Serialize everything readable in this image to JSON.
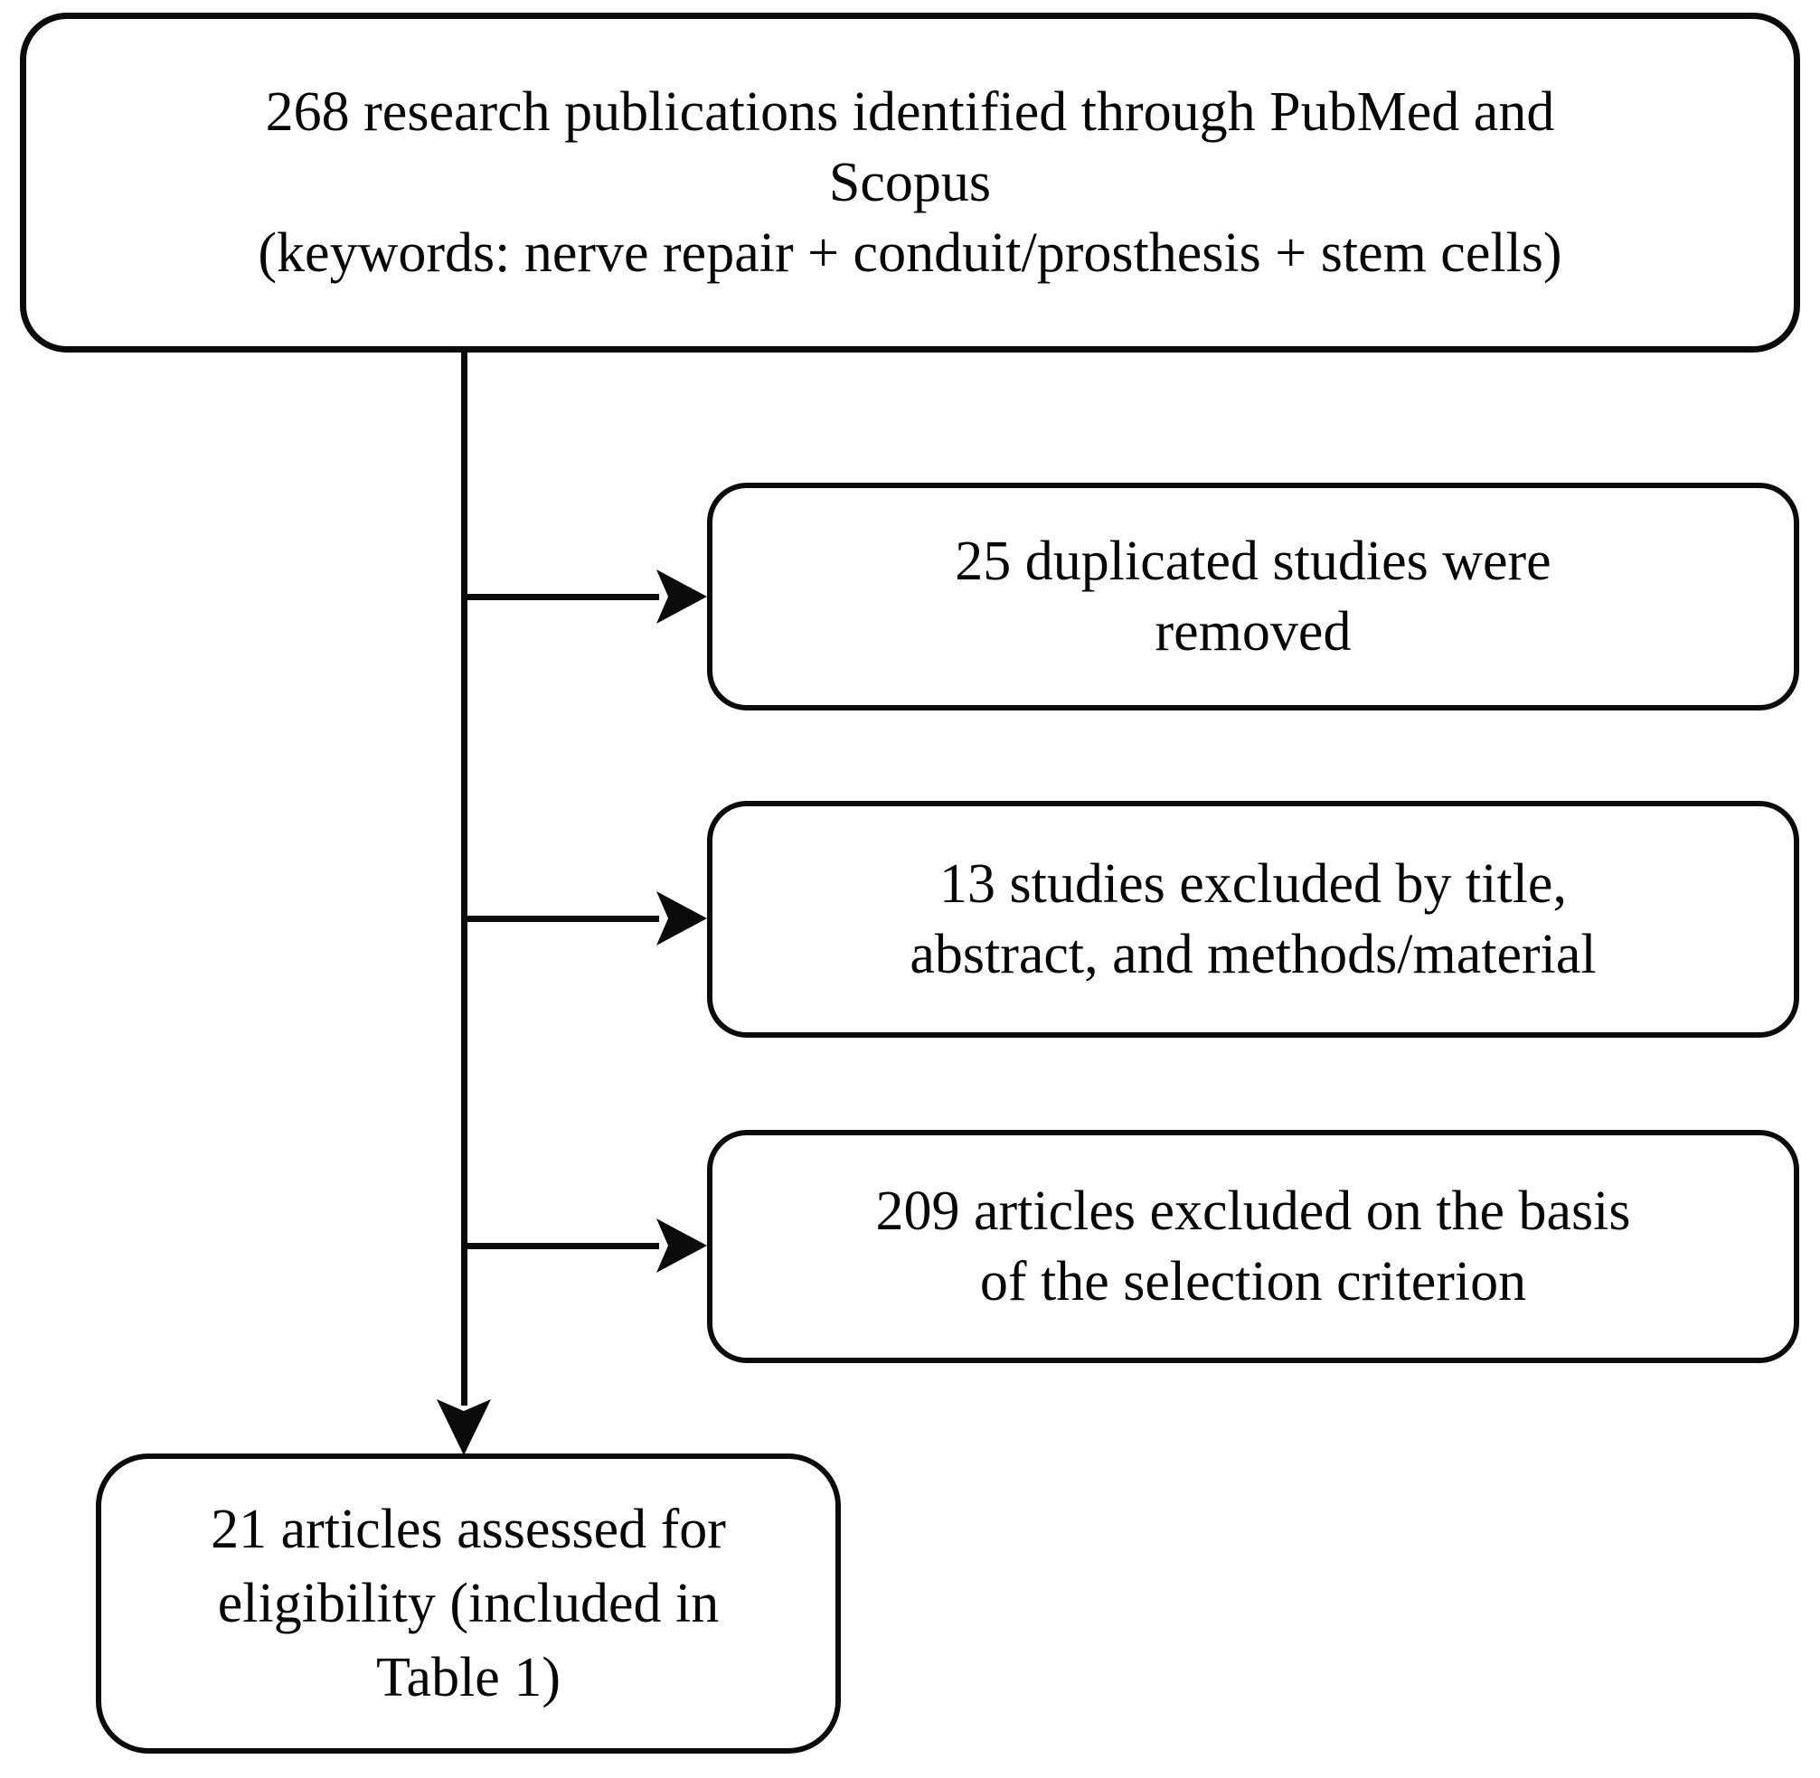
{
  "figure": {
    "colors": {
      "background": "#ffffff",
      "line": "#0b0b0b",
      "text": "#070707"
    }
  },
  "nodes": {
    "identified": {
      "lines": [
        "268 research publications identified through PubMed and",
        "Scopus",
        "(keywords: nerve repair + conduit/prosthesis + stem cells)"
      ]
    },
    "duplicates_removed": {
      "lines": [
        "25 duplicated studies were",
        "removed"
      ]
    },
    "excluded_title_abstract": {
      "lines": [
        "13 studies excluded by title,",
        "abstract, and methods/material"
      ]
    },
    "excluded_selection_criterion": {
      "lines": [
        "209 articles excluded on the basis",
        "of the selection criterion"
      ]
    },
    "assessed_eligibility": {
      "lines": [
        "21 articles assessed for",
        "eligibility (included in",
        "Table 1)"
      ]
    }
  }
}
